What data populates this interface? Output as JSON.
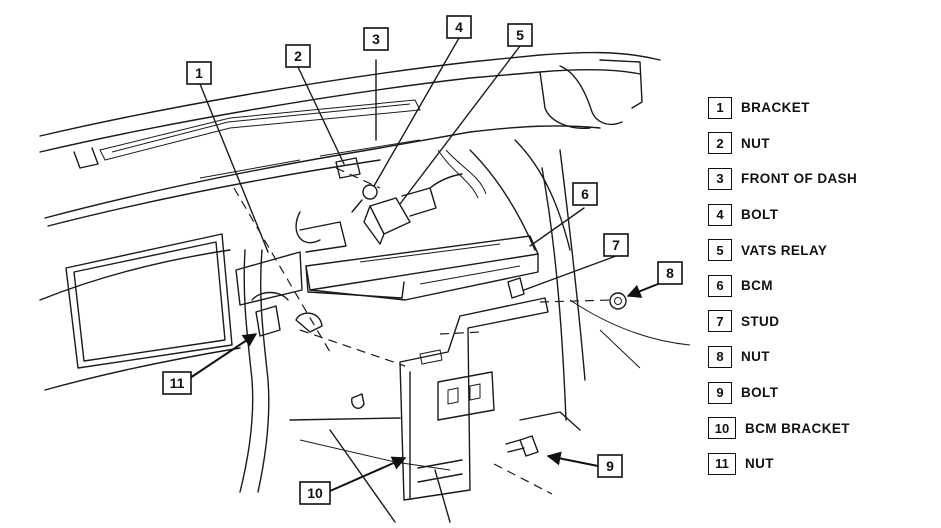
{
  "callouts": [
    "1",
    "2",
    "3",
    "4",
    "5",
    "6",
    "7",
    "8",
    "9",
    "10",
    "11"
  ],
  "legend": [
    {
      "num": "1",
      "label": "BRACKET"
    },
    {
      "num": "2",
      "label": "NUT"
    },
    {
      "num": "3",
      "label": "FRONT OF DASH"
    },
    {
      "num": "4",
      "label": "BOLT"
    },
    {
      "num": "5",
      "label": "VATS RELAY"
    },
    {
      "num": "6",
      "label": "BCM"
    },
    {
      "num": "7",
      "label": "STUD"
    },
    {
      "num": "8",
      "label": "NUT"
    },
    {
      "num": "9",
      "label": "BOLT"
    },
    {
      "num": "10",
      "label": "BCM BRACKET"
    },
    {
      "num": "11",
      "label": "NUT"
    }
  ]
}
